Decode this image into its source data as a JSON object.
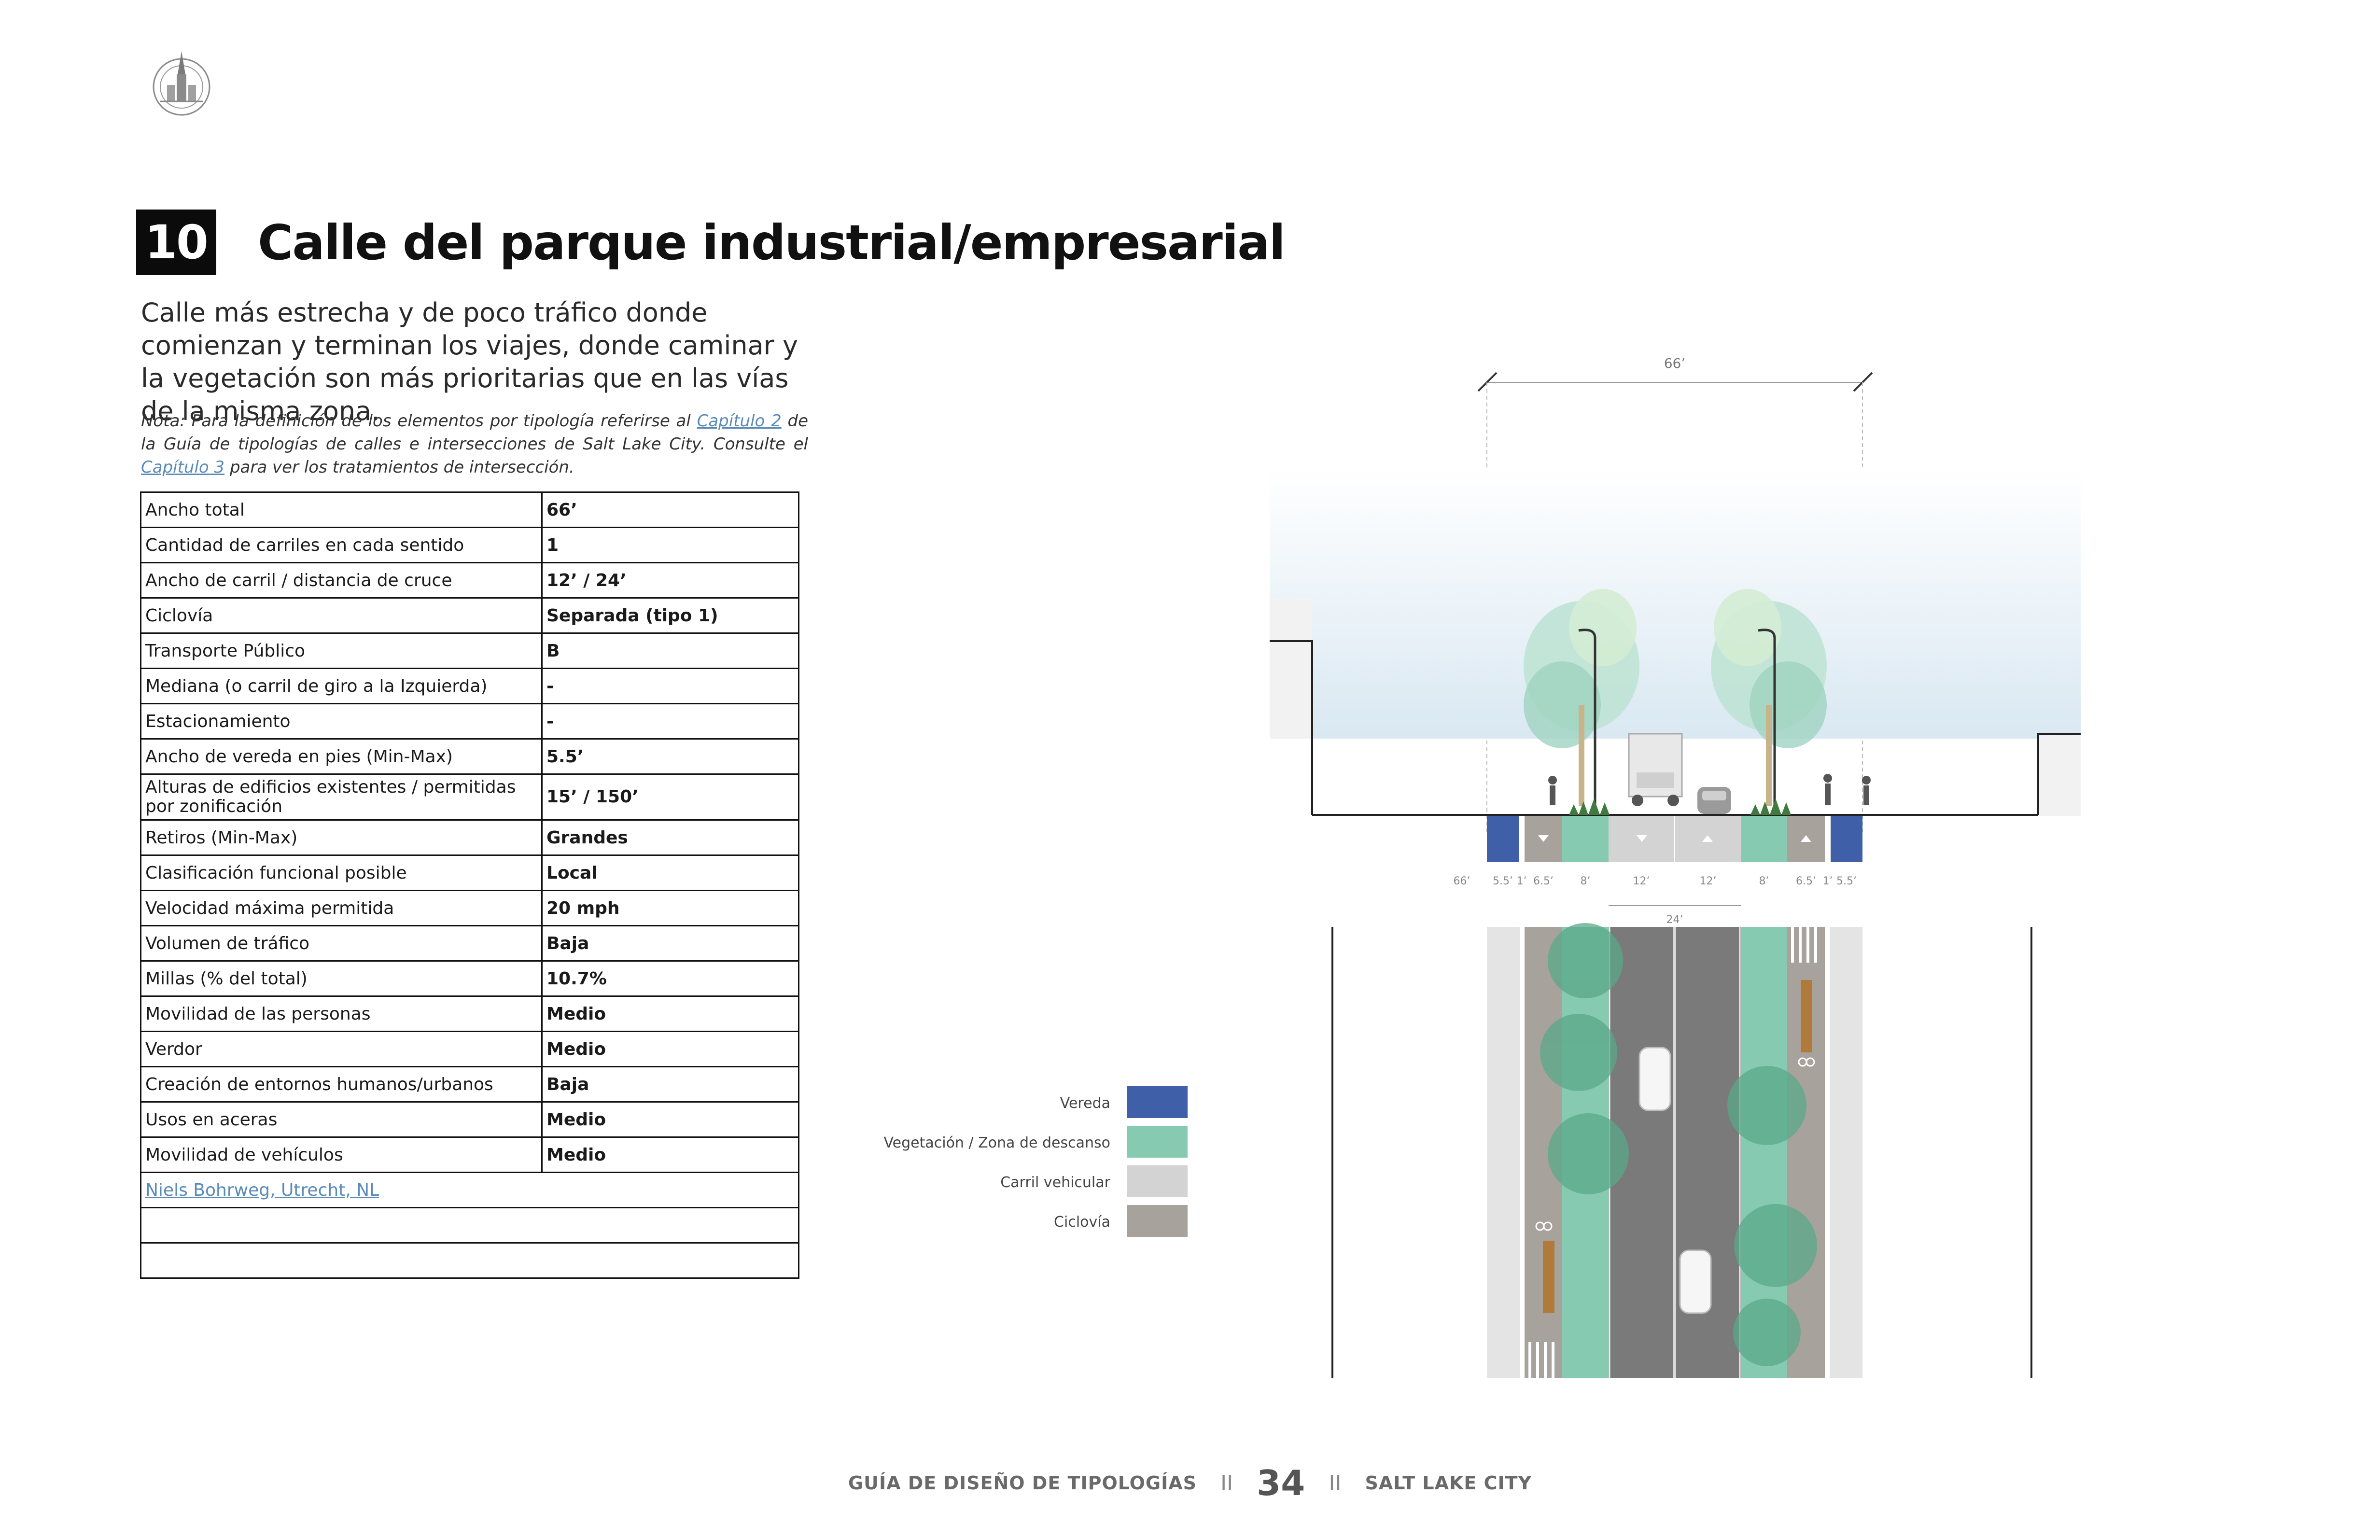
{
  "header": {
    "number": "10",
    "title": "Calle del parque industrial/empresarial"
  },
  "intro": "Calle más estrecha y de poco tráfico donde comienzan y terminan los viajes, donde caminar y la vegetación son más prioritarias que en las vías de la misma zona.",
  "note": {
    "part1": "Nota: Para la definición de los elementos por tipología referirse al ",
    "link1": "Capítulo 2",
    "part2": " de la Guía de tipologías de calles e intersecciones de Salt Lake City. Consulte el ",
    "link2": "Capítulo 3",
    "part3": " para ver los tratamientos de intersección."
  },
  "table": {
    "rows": [
      {
        "label": "Ancho total",
        "value": "66’"
      },
      {
        "label": "Cantidad de carriles en cada sentido",
        "value": "1"
      },
      {
        "label": "Ancho de carril / distancia de cruce",
        "value": "12’ / 24’"
      },
      {
        "label": "Ciclovía",
        "value": "Separada (tipo 1)"
      },
      {
        "label": "Transporte Público",
        "value": "B"
      },
      {
        "label": "Mediana (o carril de giro a la Izquierda)",
        "value": "-"
      },
      {
        "label": "Estacionamiento",
        "value": "-"
      },
      {
        "label": "Ancho de vereda en pies (Min-Max)",
        "value": "5.5’"
      },
      {
        "label": "Alturas de edificios existentes / permitidas por zonificación",
        "value": "15’ / 150’"
      },
      {
        "label": "Retiros (Min-Max)",
        "value": "Grandes"
      },
      {
        "label": "Clasificación funcional posible",
        "value": "Local"
      },
      {
        "label": "Velocidad máxima permitida",
        "value": "20 mph"
      },
      {
        "label": "Volumen de tráfico",
        "value": "Baja"
      },
      {
        "label": "Millas (% del total)",
        "value": "10.7%"
      },
      {
        "label": "Movilidad de las personas",
        "value": "Medio"
      },
      {
        "label": "Verdor",
        "value": "Medio"
      },
      {
        "label": "Creación de entornos humanos/urbanos",
        "value": "Baja"
      },
      {
        "label": "Usos en aceras",
        "value": "Medio"
      },
      {
        "label": "Movilidad de vehículos",
        "value": "Medio"
      }
    ],
    "example_link": "Niels Bohrweg, Utrecht, NL"
  },
  "diagram": {
    "total_width_label": "66’",
    "left_outer_label": "66’",
    "dimension_labels": [
      "5.5’",
      "1’",
      "6.5’",
      "8’",
      "12’",
      "12’",
      "8’",
      "6.5’",
      "1’",
      "5.5’"
    ],
    "crossing_label": "24’"
  },
  "legend": [
    {
      "label": "Vereda",
      "color": "#3f5fa8"
    },
    {
      "label": "Vegetación / Zona de descanso",
      "color": "#86cbb1"
    },
    {
      "label": "Carril vehicular",
      "color": "#d3d3d3"
    },
    {
      "label": "Ciclovía",
      "color": "#a8a29c"
    }
  ],
  "footer": {
    "left": "GUÍA DE DISEÑO DE TIPOLOGÍAS",
    "separator": "II",
    "page": "34",
    "right": "SALT LAKE CITY"
  }
}
